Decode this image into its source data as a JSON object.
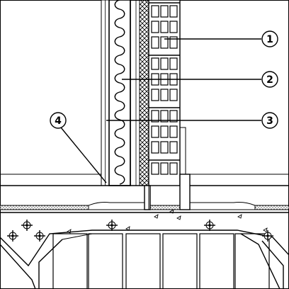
{
  "callouts": [
    {
      "label": "1"
    },
    {
      "label": "2"
    },
    {
      "label": "3"
    },
    {
      "label": "4"
    }
  ],
  "colors": {
    "line": "#000000",
    "background": "#ffffff",
    "fill_dark": "#1a1a1a"
  }
}
